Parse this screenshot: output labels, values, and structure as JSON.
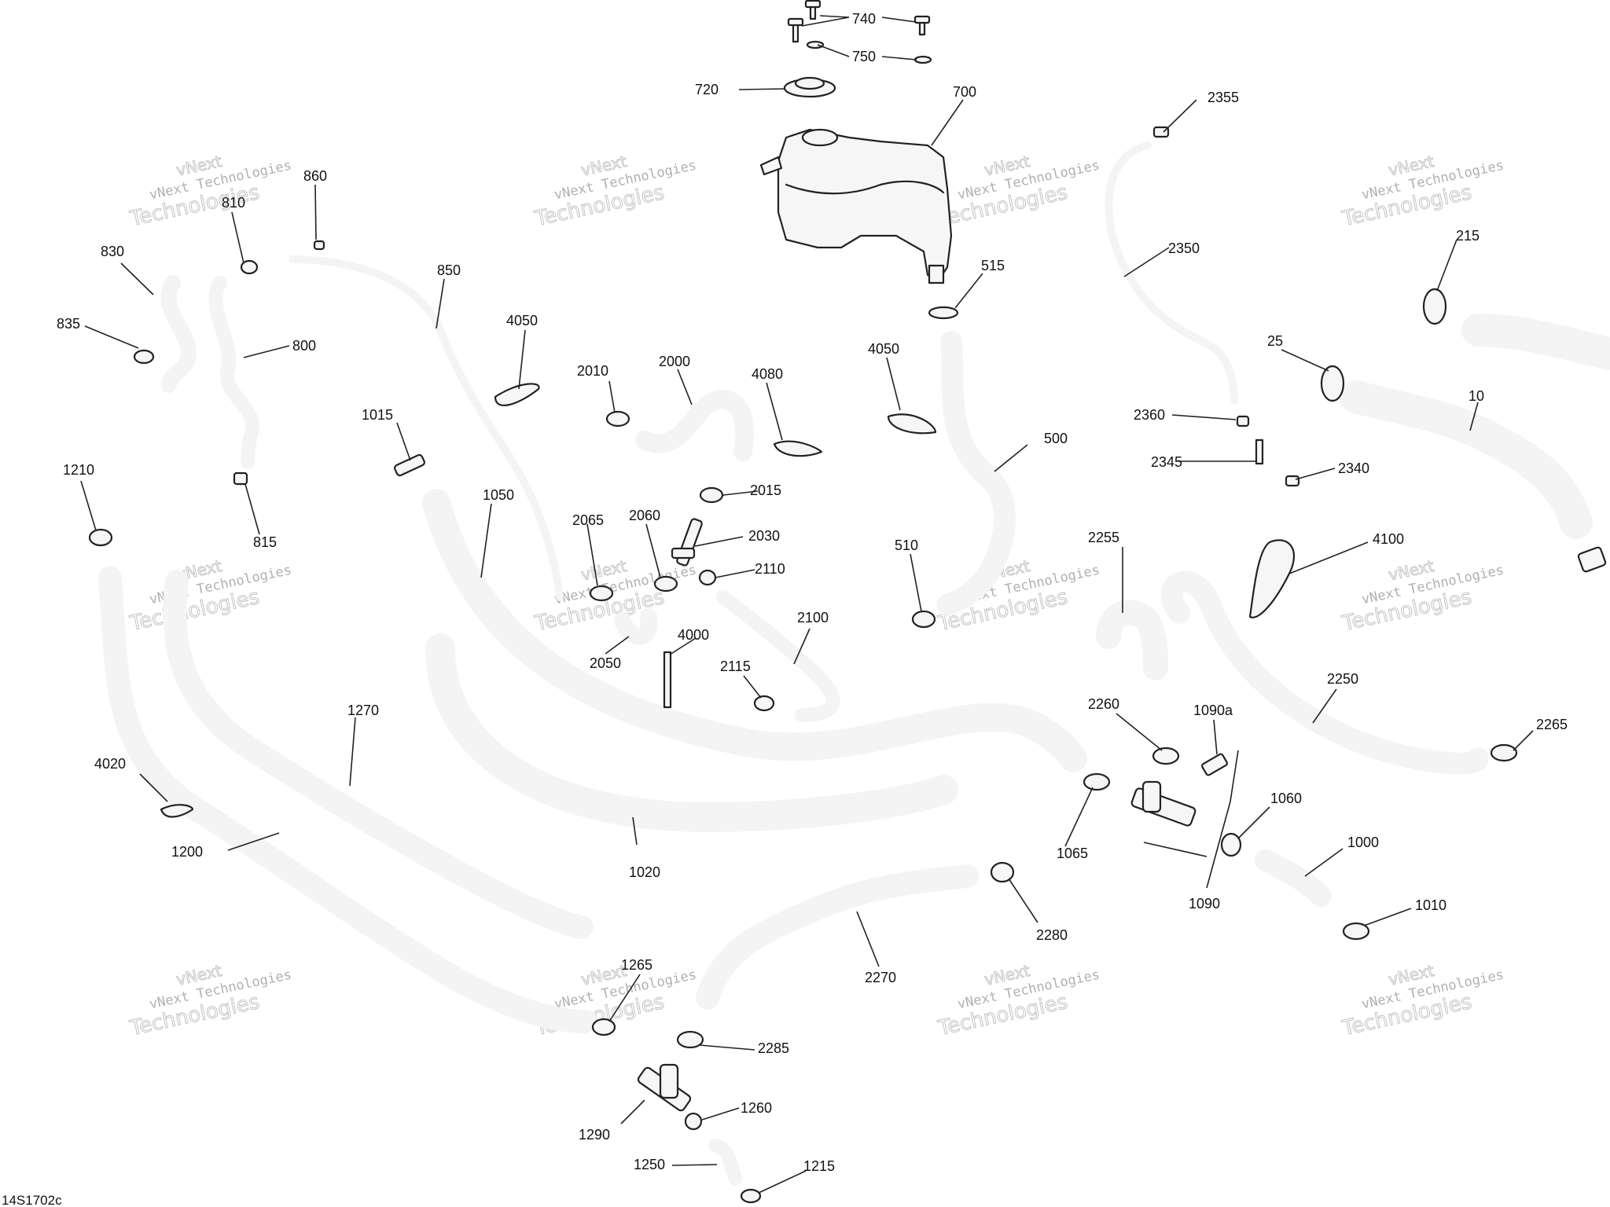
{
  "diagram": {
    "drawing_code": "14S1702c",
    "watermark": {
      "line1": "vNext Technologies",
      "line2": "Technologies",
      "line3": "vNext"
    },
    "part_numbers": {
      "p10": "10",
      "p25": "25",
      "p215": "215",
      "p500": "500",
      "p510": "510",
      "p515": "515",
      "p700": "700",
      "p720": "720",
      "p740": "740",
      "p750": "750",
      "p800": "800",
      "p810": "810",
      "p815": "815",
      "p830": "830",
      "p835": "835",
      "p850": "850",
      "p860": "860",
      "p1000": "1000",
      "p1010": "1010",
      "p1015": "1015",
      "p1020": "1020",
      "p1050": "1050",
      "p1060": "1060",
      "p1065": "1065",
      "p1090": "1090",
      "p1090a": "1090a",
      "p1200": "1200",
      "p1210": "1210",
      "p1215": "1215",
      "p1250": "1250",
      "p1260": "1260",
      "p1265": "1265",
      "p1270": "1270",
      "p1290": "1290",
      "p2000": "2000",
      "p2010": "2010",
      "p2015": "2015",
      "p2030": "2030",
      "p2050": "2050",
      "p2060": "2060",
      "p2065": "2065",
      "p2100": "2100",
      "p2110": "2110",
      "p2115": "2115",
      "p2250": "2250",
      "p2255": "2255",
      "p2260": "2260",
      "p2265": "2265",
      "p2270": "2270",
      "p2280": "2280",
      "p2285": "2285",
      "p2340": "2340",
      "p2345": "2345",
      "p2350": "2350",
      "p2355": "2355",
      "p2360": "2360",
      "p4000": "4000",
      "p4020": "4020",
      "p4050": "4050",
      "p4080": "4080",
      "p4100": "4100"
    }
  }
}
